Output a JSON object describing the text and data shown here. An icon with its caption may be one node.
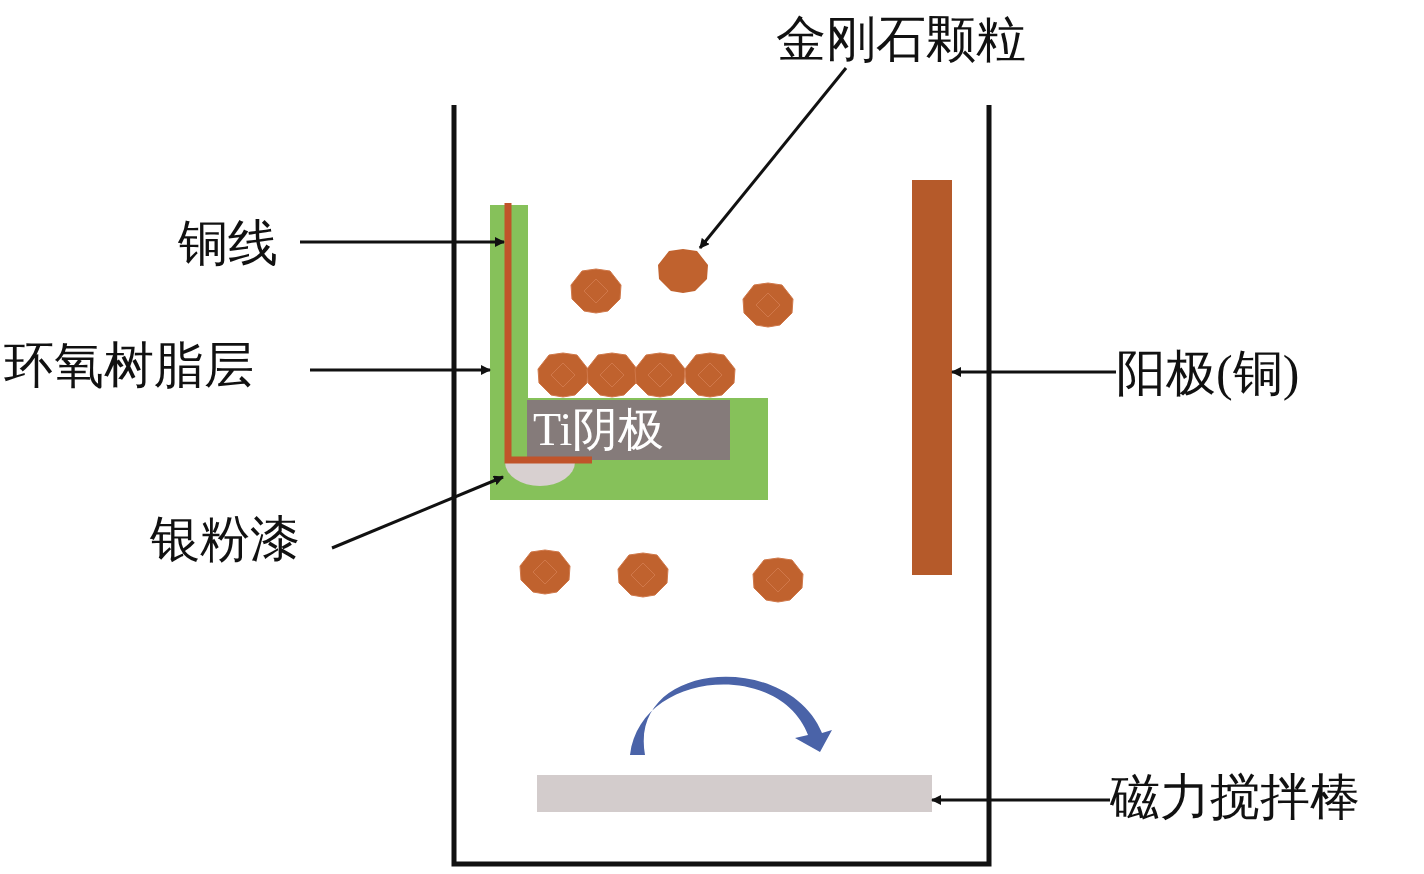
{
  "diagram": {
    "nodes": [
      {
        "text": [
          "金刚石颗粒"
        ]
      },
      {
        "text": [
          "铜线"
        ]
      },
      {
        "text": [
          "环氧树脂层"
        ]
      },
      {
        "text": [
          "银粉漆"
        ]
      },
      {
        "text": [
          "阳极(铜)"
        ]
      },
      {
        "text": [
          "磁力搅拌棒"
        ]
      },
      {
        "text": [],
        "shape": "box"
      },
      {
        "text": [
          "Ti阴极"
        ],
        "in": 6
      },
      {
        "text": [],
        "shape": "bar"
      },
      {
        "text": [],
        "shape": "circle",
        "in": 6
      },
      {
        "text": [],
        "shape": "circle"
      },
      {
        "text": [],
        "shape": "bar"
      },
      {
        "text": [],
        "shape": "bar"
      }
    ],
    "edges": [
      {
        "from": 0,
        "to": 10,
        "arrow": "to"
      },
      {
        "from": 1,
        "to": 8,
        "arrow": "to"
      },
      {
        "from": 2,
        "to": 6,
        "arrow": "to"
      },
      {
        "from": 3,
        "to": 9,
        "arrow": "to"
      },
      {
        "from": 4,
        "to": 11,
        "arrow": "to"
      },
      {
        "from": 5,
        "to": 12,
        "arrow": "to"
      }
    ]
  }
}
